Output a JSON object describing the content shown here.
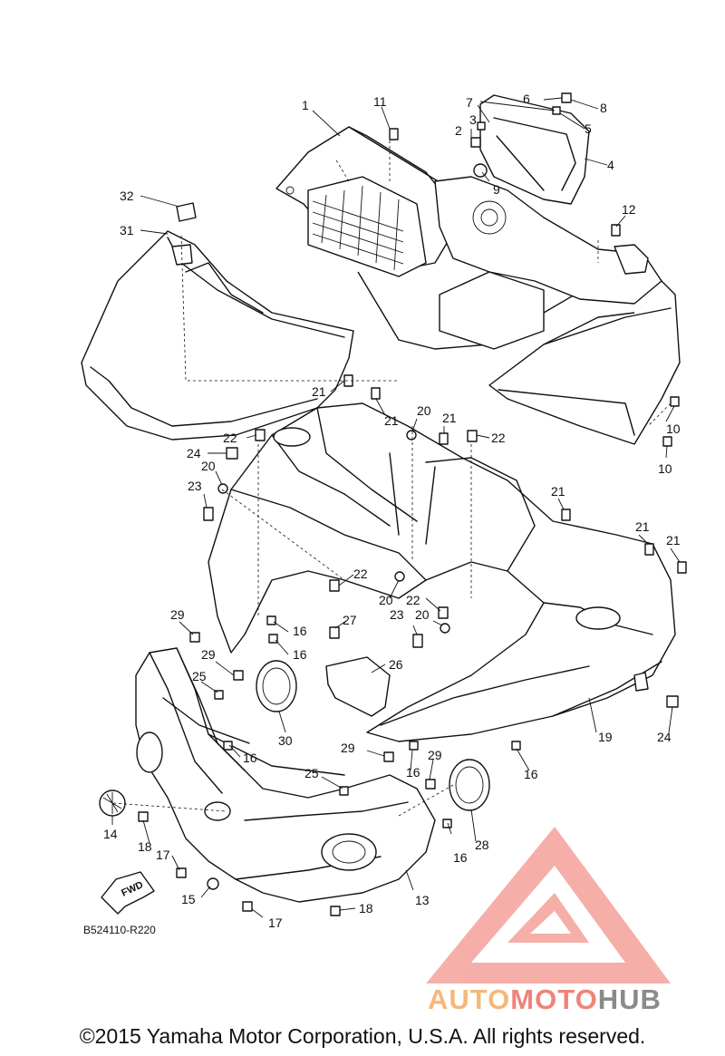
{
  "diagram_id": "B524110-R220",
  "fwd_label": "FWD",
  "copyright": "©2015 Yamaha Motor Corporation, U.S.A. All rights reserved.",
  "watermark": {
    "part_a": "AUTO",
    "part_b": "MOTO",
    "part_c": "HUB",
    "logo_color": "#f4a29a"
  },
  "callouts": [
    {
      "id": "c1",
      "text": "1"
    },
    {
      "id": "c2",
      "text": "2"
    },
    {
      "id": "c3",
      "text": "3"
    },
    {
      "id": "c4",
      "text": "4"
    },
    {
      "id": "c5",
      "text": "5"
    },
    {
      "id": "c6",
      "text": "6"
    },
    {
      "id": "c7",
      "text": "7"
    },
    {
      "id": "c8",
      "text": "8"
    },
    {
      "id": "c9",
      "text": "9"
    },
    {
      "id": "c10a",
      "text": "10"
    },
    {
      "id": "c10b",
      "text": "10"
    },
    {
      "id": "c11",
      "text": "11"
    },
    {
      "id": "c12",
      "text": "12"
    },
    {
      "id": "c13",
      "text": "13"
    },
    {
      "id": "c14",
      "text": "14"
    },
    {
      "id": "c15",
      "text": "15"
    },
    {
      "id": "c16a",
      "text": "16"
    },
    {
      "id": "c16b",
      "text": "16"
    },
    {
      "id": "c16c",
      "text": "16"
    },
    {
      "id": "c16d",
      "text": "16"
    },
    {
      "id": "c16e",
      "text": "16"
    },
    {
      "id": "c16f",
      "text": "16"
    },
    {
      "id": "c17a",
      "text": "17"
    },
    {
      "id": "c17b",
      "text": "17"
    },
    {
      "id": "c18a",
      "text": "18"
    },
    {
      "id": "c18b",
      "text": "18"
    },
    {
      "id": "c19",
      "text": "19"
    },
    {
      "id": "c20a",
      "text": "20"
    },
    {
      "id": "c20b",
      "text": "20"
    },
    {
      "id": "c20c",
      "text": "20"
    },
    {
      "id": "c20d",
      "text": "20"
    },
    {
      "id": "c21a",
      "text": "21"
    },
    {
      "id": "c21b",
      "text": "21"
    },
    {
      "id": "c21c",
      "text": "21"
    },
    {
      "id": "c21d",
      "text": "21"
    },
    {
      "id": "c21e",
      "text": "21"
    },
    {
      "id": "c21f",
      "text": "21"
    },
    {
      "id": "c22a",
      "text": "22"
    },
    {
      "id": "c22b",
      "text": "22"
    },
    {
      "id": "c22c",
      "text": "22"
    },
    {
      "id": "c22d",
      "text": "22"
    },
    {
      "id": "c23a",
      "text": "23"
    },
    {
      "id": "c23b",
      "text": "23"
    },
    {
      "id": "c24a",
      "text": "24"
    },
    {
      "id": "c24b",
      "text": "24"
    },
    {
      "id": "c25a",
      "text": "25"
    },
    {
      "id": "c25b",
      "text": "25"
    },
    {
      "id": "c26",
      "text": "26"
    },
    {
      "id": "c27",
      "text": "27"
    },
    {
      "id": "c28",
      "text": "28"
    },
    {
      "id": "c29a",
      "text": "29"
    },
    {
      "id": "c29b",
      "text": "29"
    },
    {
      "id": "c29c",
      "text": "29"
    },
    {
      "id": "c29d",
      "text": "29"
    },
    {
      "id": "c30",
      "text": "30"
    },
    {
      "id": "c31",
      "text": "31"
    },
    {
      "id": "c32",
      "text": "32"
    }
  ]
}
